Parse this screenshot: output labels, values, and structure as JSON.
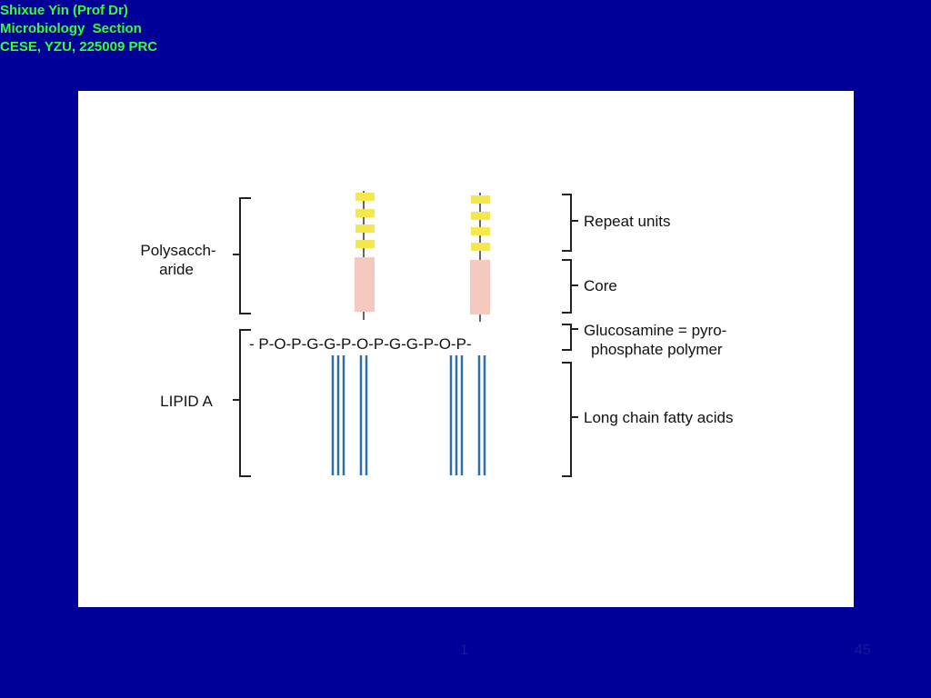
{
  "header": {
    "line1": "Shixue Yin (Prof Dr)",
    "line2": "Microbiology  Section",
    "line3": "CESE, YZU, 225009 PRC"
  },
  "diagram": {
    "left_labels": {
      "polysaccharide_line1": "Polysacch-",
      "polysaccharide_line2": "aride",
      "lipid_a": "LIPID A"
    },
    "chain": "- P-O-P-G-G-P-O-P-G-G-P-O-P-",
    "right_labels": {
      "repeat_units": "Repeat units",
      "core": "Core",
      "glucosamine_line1": "Glucosamine = pyro-",
      "glucosamine_line2": "phosphate polymer",
      "fatty_acids": "Long chain fatty acids"
    },
    "colors": {
      "repeat_unit": "#f5e84a",
      "core": "#f6c9c0",
      "fatty_acid": "#2f6fa8",
      "bracket": "#222222"
    }
  },
  "footer": {
    "center_number": "1",
    "page_number": "45"
  }
}
